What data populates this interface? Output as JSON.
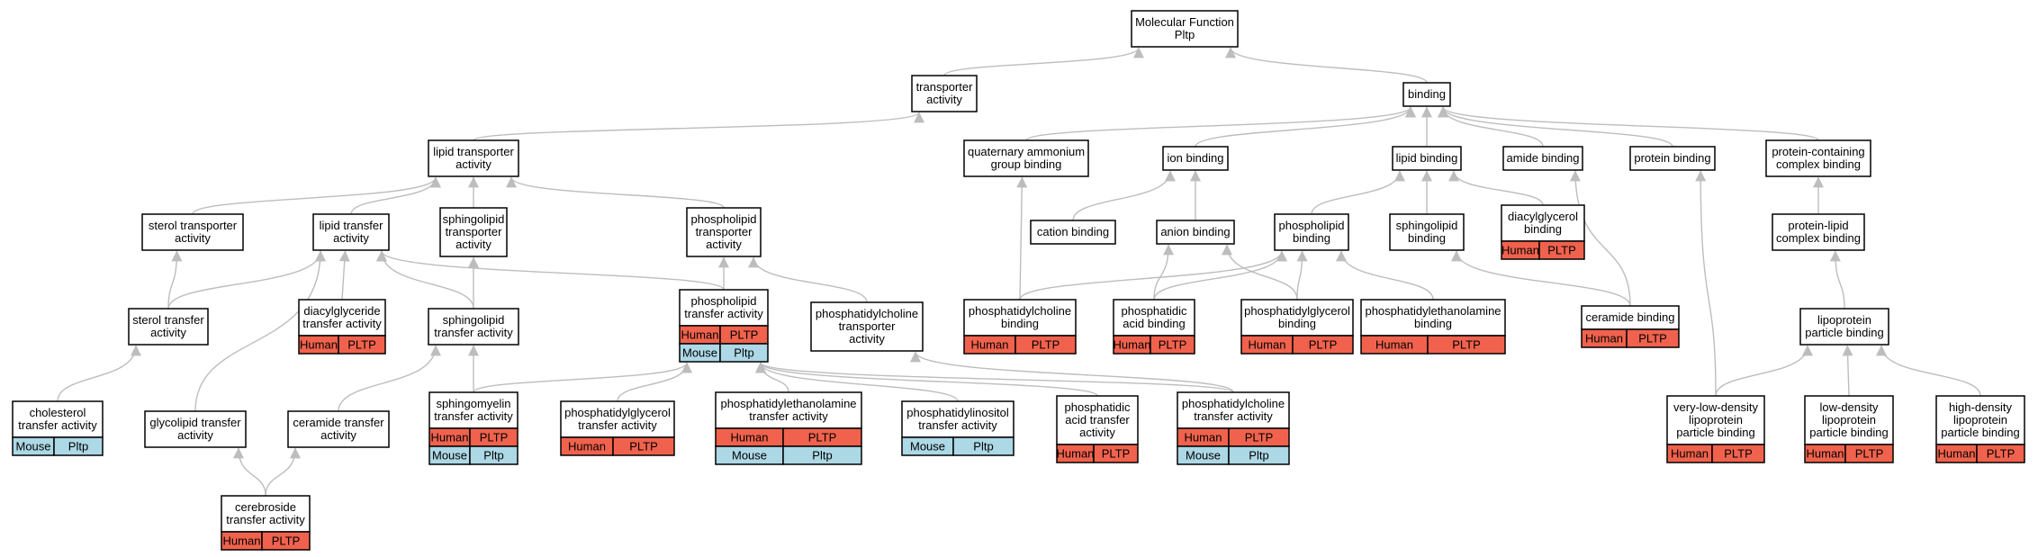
{
  "colors": {
    "human": "#f0624d",
    "mouse": "#add8e6",
    "edge": "#bdbdbd",
    "border": "#000000"
  },
  "nodes": [
    {
      "id": "mf",
      "label": [
        "Molecular Function",
        "Pltp"
      ]
    },
    {
      "id": "transporter",
      "label": [
        "transporter",
        "activity"
      ]
    },
    {
      "id": "binding",
      "label": [
        "binding"
      ]
    },
    {
      "id": "lipid_transporter",
      "label": [
        "lipid transporter",
        "activity"
      ]
    },
    {
      "id": "quaternary",
      "label": [
        "quaternary ammonium",
        "group binding"
      ]
    },
    {
      "id": "ion_binding",
      "label": [
        "ion binding"
      ]
    },
    {
      "id": "lipid_binding",
      "label": [
        "lipid binding"
      ]
    },
    {
      "id": "amide_binding",
      "label": [
        "amide binding"
      ]
    },
    {
      "id": "protein_binding",
      "label": [
        "protein binding"
      ]
    },
    {
      "id": "protein_containing",
      "label": [
        "protein-containing",
        "complex binding"
      ]
    },
    {
      "id": "sterol_transporter",
      "label": [
        "sterol transporter",
        "activity"
      ]
    },
    {
      "id": "lipid_transfer",
      "label": [
        "lipid transfer",
        "activity"
      ]
    },
    {
      "id": "sphingolipid_transporter",
      "label": [
        "sphingolipid",
        "transporter",
        "activity"
      ]
    },
    {
      "id": "phospholipid_transporter",
      "label": [
        "phospholipid",
        "transporter",
        "activity"
      ]
    },
    {
      "id": "cation_binding",
      "label": [
        "cation binding"
      ]
    },
    {
      "id": "anion_binding",
      "label": [
        "anion binding"
      ]
    },
    {
      "id": "phospholipid_binding",
      "label": [
        "phospholipid",
        "binding"
      ]
    },
    {
      "id": "sphingolipid_binding",
      "label": [
        "sphingolipid",
        "binding"
      ]
    },
    {
      "id": "diacylglycerol_binding",
      "label": [
        "diacylglycerol",
        "binding"
      ],
      "cells": [
        [
          [
            "Human",
            "human"
          ],
          [
            "PLTP",
            "human"
          ]
        ]
      ]
    },
    {
      "id": "protein_lipid",
      "label": [
        "protein-lipid",
        "complex binding"
      ]
    },
    {
      "id": "sterol_transfer",
      "label": [
        "sterol transfer",
        "activity"
      ]
    },
    {
      "id": "diacylglyceride",
      "label": [
        "diacylglyceride",
        "transfer activity"
      ],
      "cells": [
        [
          [
            "Human",
            "human"
          ],
          [
            "PLTP",
            "human"
          ]
        ]
      ]
    },
    {
      "id": "sphingolipid_transfer",
      "label": [
        "sphingolipid",
        "transfer activity"
      ]
    },
    {
      "id": "phospholipid_transfer",
      "label": [
        "phospholipid",
        "transfer activity"
      ],
      "cells": [
        [
          [
            "Human",
            "human"
          ],
          [
            "PLTP",
            "human"
          ]
        ],
        [
          [
            "Mouse",
            "mouse"
          ],
          [
            "Pltp",
            "mouse"
          ]
        ]
      ]
    },
    {
      "id": "pc_transporter",
      "label": [
        "phosphatidylcholine",
        "transporter",
        "activity"
      ]
    },
    {
      "id": "pc_binding",
      "label": [
        "phosphatidylcholine",
        "binding"
      ],
      "cells": [
        [
          [
            "Human",
            "human"
          ],
          [
            "PLTP",
            "human"
          ]
        ]
      ]
    },
    {
      "id": "pa_binding",
      "label": [
        "phosphatidic",
        "acid binding"
      ],
      "cells": [
        [
          [
            "Human",
            "human"
          ],
          [
            "PLTP",
            "human"
          ]
        ]
      ]
    },
    {
      "id": "pg_binding",
      "label": [
        "phosphatidylglycerol",
        "binding"
      ],
      "cells": [
        [
          [
            "Human",
            "human"
          ],
          [
            "PLTP",
            "human"
          ]
        ]
      ]
    },
    {
      "id": "pe_binding",
      "label": [
        "phosphatidylethanolamine",
        "binding"
      ],
      "cells": [
        [
          [
            "Human",
            "human"
          ],
          [
            "PLTP",
            "human"
          ]
        ]
      ]
    },
    {
      "id": "ceramide_binding",
      "label": [
        "ceramide binding"
      ],
      "cells": [
        [
          [
            "Human",
            "human"
          ],
          [
            "PLTP",
            "human"
          ]
        ]
      ]
    },
    {
      "id": "lipoprotein_particle",
      "label": [
        "lipoprotein",
        "particle binding"
      ]
    },
    {
      "id": "cholesterol_transfer",
      "label": [
        "cholesterol",
        "transfer activity"
      ],
      "cells": [
        [
          [
            "Mouse",
            "mouse"
          ],
          [
            "Pltp",
            "mouse"
          ]
        ]
      ]
    },
    {
      "id": "glycolipid_transfer",
      "label": [
        "glycolipid transfer",
        "activity"
      ]
    },
    {
      "id": "ceramide_transfer",
      "label": [
        "ceramide transfer",
        "activity"
      ]
    },
    {
      "id": "sphingomyelin_transfer",
      "label": [
        "sphingomyelin",
        "transfer activity"
      ],
      "cells": [
        [
          [
            "Human",
            "human"
          ],
          [
            "PLTP",
            "human"
          ]
        ],
        [
          [
            "Mouse",
            "mouse"
          ],
          [
            "Pltp",
            "mouse"
          ]
        ]
      ]
    },
    {
      "id": "pg_transfer",
      "label": [
        "phosphatidylglycerol",
        "transfer activity"
      ],
      "cells": [
        [
          [
            "Human",
            "human"
          ],
          [
            "PLTP",
            "human"
          ]
        ]
      ]
    },
    {
      "id": "pe_transfer",
      "label": [
        "phosphatidylethanolamine",
        "transfer activity"
      ],
      "cells": [
        [
          [
            "Human",
            "human"
          ],
          [
            "PLTP",
            "human"
          ]
        ],
        [
          [
            "Mouse",
            "mouse"
          ],
          [
            "Pltp",
            "mouse"
          ]
        ]
      ]
    },
    {
      "id": "pi_transfer",
      "label": [
        "phosphatidylinositol",
        "transfer activity"
      ],
      "cells": [
        [
          [
            "Mouse",
            "mouse"
          ],
          [
            "Pltp",
            "mouse"
          ]
        ]
      ]
    },
    {
      "id": "pa_transfer",
      "label": [
        "phosphatidic",
        "acid transfer",
        "activity"
      ],
      "cells": [
        [
          [
            "Human",
            "human"
          ],
          [
            "PLTP",
            "human"
          ]
        ]
      ]
    },
    {
      "id": "pc_transfer",
      "label": [
        "phosphatidylcholine",
        "transfer activity"
      ],
      "cells": [
        [
          [
            "Human",
            "human"
          ],
          [
            "PLTP",
            "human"
          ]
        ],
        [
          [
            "Mouse",
            "mouse"
          ],
          [
            "Pltp",
            "mouse"
          ]
        ]
      ]
    },
    {
      "id": "vldl",
      "label": [
        "very-low-density",
        "lipoprotein",
        "particle binding"
      ],
      "cells": [
        [
          [
            "Human",
            "human"
          ],
          [
            "PLTP",
            "human"
          ]
        ]
      ]
    },
    {
      "id": "ldl",
      "label": [
        "low-density",
        "lipoprotein",
        "particle binding"
      ],
      "cells": [
        [
          [
            "Human",
            "human"
          ],
          [
            "PLTP",
            "human"
          ]
        ]
      ]
    },
    {
      "id": "hdl",
      "label": [
        "high-density",
        "lipoprotein",
        "particle binding"
      ],
      "cells": [
        [
          [
            "Human",
            "human"
          ],
          [
            "PLTP",
            "human"
          ]
        ]
      ]
    },
    {
      "id": "cerebroside_transfer",
      "label": [
        "cerebroside",
        "transfer activity"
      ],
      "cells": [
        [
          [
            "Human",
            "human"
          ],
          [
            "PLTP",
            "human"
          ]
        ]
      ]
    }
  ],
  "edges": [
    [
      "transporter",
      "mf"
    ],
    [
      "binding",
      "mf"
    ],
    [
      "lipid_transporter",
      "transporter"
    ],
    [
      "quaternary",
      "binding"
    ],
    [
      "ion_binding",
      "binding"
    ],
    [
      "lipid_binding",
      "binding"
    ],
    [
      "amide_binding",
      "binding"
    ],
    [
      "protein_binding",
      "binding"
    ],
    [
      "protein_containing",
      "binding"
    ],
    [
      "sterol_transporter",
      "lipid_transporter"
    ],
    [
      "lipid_transfer",
      "lipid_transporter"
    ],
    [
      "sphingolipid_transporter",
      "lipid_transporter"
    ],
    [
      "phospholipid_transporter",
      "lipid_transporter"
    ],
    [
      "cation_binding",
      "ion_binding"
    ],
    [
      "anion_binding",
      "ion_binding"
    ],
    [
      "phospholipid_binding",
      "lipid_binding"
    ],
    [
      "sphingolipid_binding",
      "lipid_binding"
    ],
    [
      "diacylglycerol_binding",
      "lipid_binding"
    ],
    [
      "protein_lipid",
      "protein_containing"
    ],
    [
      "sterol_transfer",
      "sterol_transporter"
    ],
    [
      "sterol_transfer",
      "lipid_transfer"
    ],
    [
      "diacylglyceride",
      "lipid_transfer"
    ],
    [
      "sphingolipid_transfer",
      "lipid_transfer"
    ],
    [
      "sphingolipid_transfer",
      "sphingolipid_transporter"
    ],
    [
      "phospholipid_transfer",
      "lipid_transfer"
    ],
    [
      "phospholipid_transfer",
      "phospholipid_transporter"
    ],
    [
      "pc_transporter",
      "phospholipid_transporter"
    ],
    [
      "pc_binding",
      "quaternary"
    ],
    [
      "pc_binding",
      "phospholipid_binding"
    ],
    [
      "pa_binding",
      "anion_binding"
    ],
    [
      "pa_binding",
      "phospholipid_binding"
    ],
    [
      "pg_binding",
      "anion_binding"
    ],
    [
      "pg_binding",
      "phospholipid_binding"
    ],
    [
      "pe_binding",
      "phospholipid_binding"
    ],
    [
      "ceramide_binding",
      "sphingolipid_binding"
    ],
    [
      "ceramide_binding",
      "amide_binding"
    ],
    [
      "lipoprotein_particle",
      "protein_lipid"
    ],
    [
      "cholesterol_transfer",
      "sterol_transfer"
    ],
    [
      "glycolipid_transfer",
      "lipid_transfer"
    ],
    [
      "ceramide_transfer",
      "sphingolipid_transfer"
    ],
    [
      "sphingomyelin_transfer",
      "sphingolipid_transfer"
    ],
    [
      "sphingomyelin_transfer",
      "phospholipid_transfer"
    ],
    [
      "pg_transfer",
      "phospholipid_transfer"
    ],
    [
      "pe_transfer",
      "phospholipid_transfer"
    ],
    [
      "pi_transfer",
      "phospholipid_transfer"
    ],
    [
      "pa_transfer",
      "phospholipid_transfer"
    ],
    [
      "pc_transfer",
      "phospholipid_transfer"
    ],
    [
      "pc_transfer",
      "pc_transporter"
    ],
    [
      "vldl",
      "lipoprotein_particle"
    ],
    [
      "vldl",
      "protein_binding"
    ],
    [
      "ldl",
      "lipoprotein_particle"
    ],
    [
      "hdl",
      "lipoprotein_particle"
    ],
    [
      "cerebroside_transfer",
      "glycolipid_transfer"
    ],
    [
      "cerebroside_transfer",
      "ceramide_transfer"
    ]
  ]
}
